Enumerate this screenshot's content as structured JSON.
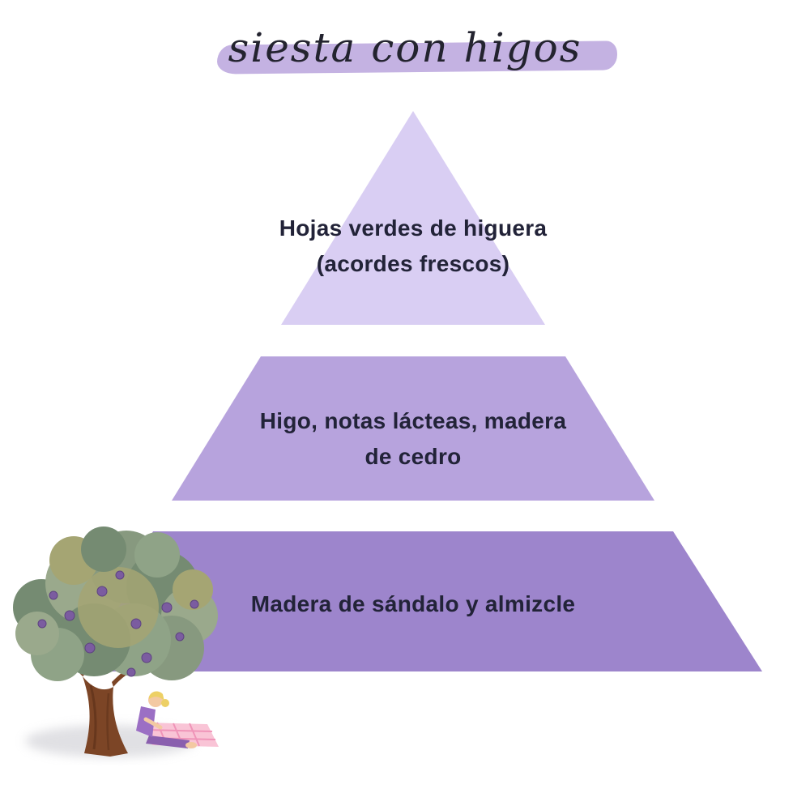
{
  "title": "siesta con higos",
  "colors": {
    "background": "#ffffff",
    "title_text": "#23232f",
    "title_highlight": "#c4b2e2",
    "tier_text": "#222338"
  },
  "pyramid": {
    "tiers": [
      {
        "lines": [
          "Hojas verdes de higuera",
          "(acordes frescos)"
        ],
        "color": "#d9cef3"
      },
      {
        "lines": [
          "Higo, notas lácteas, madera",
          "de cedro"
        ],
        "color": "#b7a3dd"
      },
      {
        "lines": [
          "Madera de sándalo y almizcle"
        ],
        "color": "#9d85cc"
      }
    ]
  }
}
